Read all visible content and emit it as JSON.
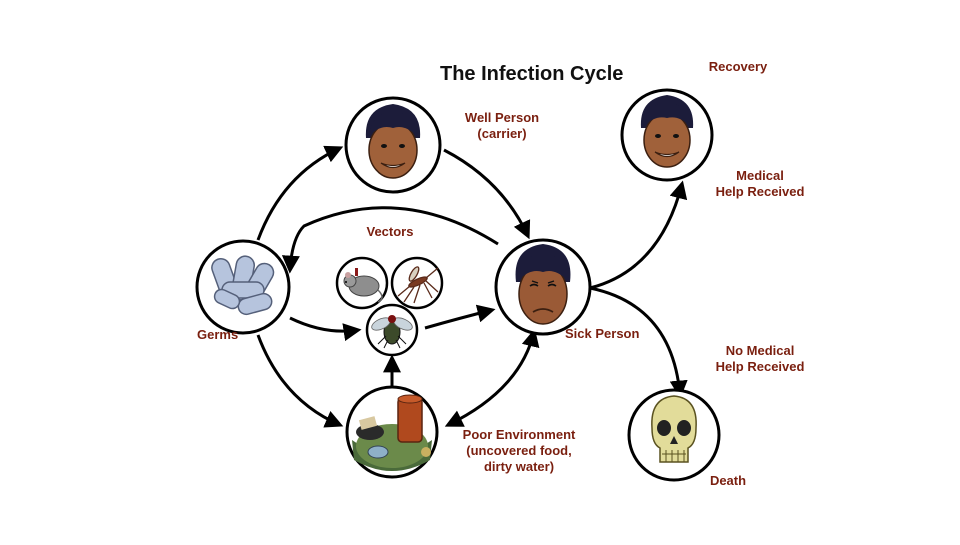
{
  "title": "The Infection Cycle",
  "nodes": {
    "well_person": "Well Person\n(carrier)",
    "vectors": "Vectors",
    "germs": "Germs",
    "sick_person": "Sick Person",
    "poor_environment": "Poor Environment\n(uncovered food,\ndirty water)",
    "recovery": "Recovery",
    "medical_help": "Medical\nHelp Received",
    "no_medical_help": "No Medical\nHelp Received",
    "death": "Death"
  },
  "icons": [
    "person-smiling-icon",
    "person-sick-icon",
    "germs-icon",
    "rat-icon",
    "mosquito-icon",
    "fly-icon",
    "garbage-icon",
    "skull-icon"
  ],
  "colors": {
    "label": "#7a1f0f",
    "line": "#000000"
  }
}
